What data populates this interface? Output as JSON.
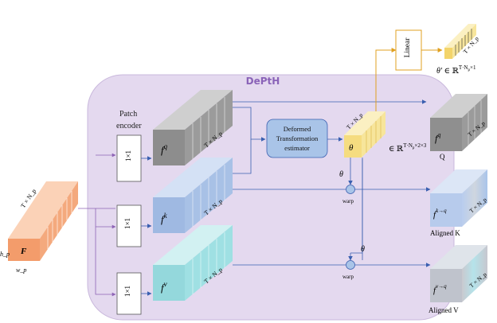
{
  "diagram": {
    "title": "DePtH",
    "patch_encoder_label": "Patch\nencoder",
    "conv_label": "1×1",
    "input": {
      "symbol": "F",
      "top_dim": "T × N_p",
      "side_dim": "h_p",
      "bottom_dim": "w_p"
    },
    "features": {
      "q": "f^q",
      "k": "f^k",
      "v": "f^v",
      "dim": "T × N_p"
    },
    "estimator_label": "Deformed\nTransformation\nestimator",
    "theta_box": {
      "symbol": "θ",
      "dim": "T × N_p",
      "space": "∈ ℝ^{T·N_p×2×3}"
    },
    "linear_label": "Linear",
    "theta_prime": {
      "label": "θ′ ∈ ℝ^{T·N_p×1}",
      "dim": "T × N_p"
    },
    "warp_label": "warp",
    "theta_symbol": "θ",
    "outputs": [
      {
        "symbol": "f^q",
        "caption": "Q",
        "dim": "T × N_p"
      },
      {
        "symbol": "f^{k→q}",
        "caption": "Aligned  K",
        "dim": "T × N_p"
      },
      {
        "symbol": "f^{v→q}",
        "caption": "Aligned  V",
        "dim": "T × N_p"
      }
    ],
    "colors": {
      "panel": "#e4d9ef",
      "panel_border": "#c9b8dc",
      "title": "#8a63b8",
      "input": "#f4a97d",
      "q": "#9b9b9b",
      "k": "#a8c1e6",
      "v": "#9fe0e3",
      "theta": "#f7e59b",
      "estimator": "#a9c4e8",
      "arrow_blue": "#3a5fb0",
      "arrow_purple": "#8d63b5",
      "arrow_orange": "#e0a020"
    }
  }
}
